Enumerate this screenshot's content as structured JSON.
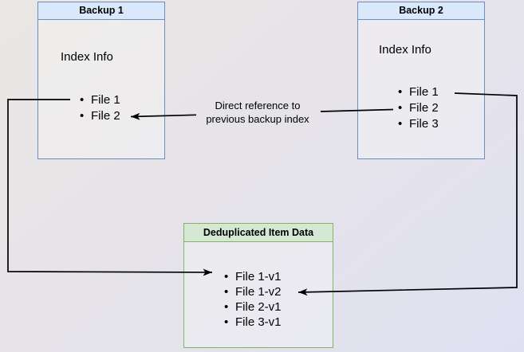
{
  "boxes": {
    "backup1": {
      "title": "Backup 1",
      "section": "Index Info",
      "items": [
        "File 1",
        "File 2"
      ]
    },
    "backup2": {
      "title": "Backup 2",
      "section": "Index Info",
      "items": [
        "File 1",
        "File 2",
        "File 3"
      ]
    },
    "dedup": {
      "title": "Deduplicated Item Data",
      "items": [
        "File 1-v1",
        "File 1-v2",
        "File 2-v1",
        "File 3-v1"
      ]
    }
  },
  "annotation": {
    "line1": "Direct reference to",
    "line2": "previous backup index"
  },
  "colors": {
    "blue_header_fill": "#dae8fc",
    "blue_border": "#6c8ebf",
    "green_header_fill": "#d5e8d4",
    "green_border": "#82b366",
    "arrow": "#000000"
  }
}
